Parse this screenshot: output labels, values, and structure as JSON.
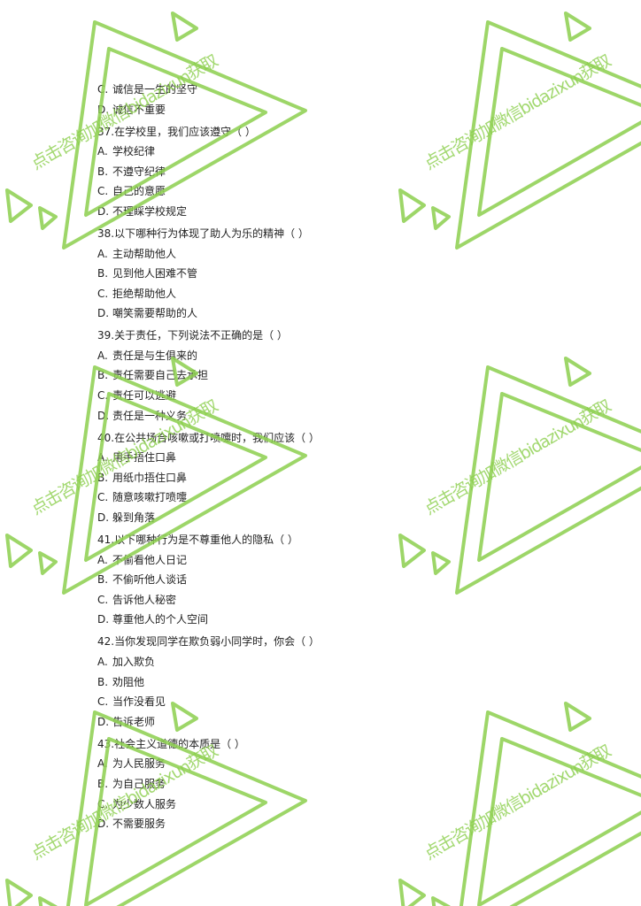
{
  "watermark": {
    "text": "点击咨询加微信bidazixun获取",
    "color": "#8ccf4d"
  },
  "lines": [
    {
      "type": "opt",
      "letter": "C.",
      "text": "诚信是一生的坚守"
    },
    {
      "type": "opt",
      "letter": "D.",
      "text": "诚信不重要"
    },
    {
      "type": "q",
      "text": "37.在学校里，我们应该遵守（  ）"
    },
    {
      "type": "opt",
      "letter": "A.",
      "text": "学校纪律"
    },
    {
      "type": "opt",
      "letter": "B.",
      "text": "不遵守纪律"
    },
    {
      "type": "opt",
      "letter": "C.",
      "text": "自己的意愿"
    },
    {
      "type": "opt",
      "letter": "D.",
      "text": "不理睬学校规定"
    },
    {
      "type": "q",
      "text": "38.以下哪种行为体现了助人为乐的精神（  ）"
    },
    {
      "type": "opt",
      "letter": "A.",
      "text": "主动帮助他人"
    },
    {
      "type": "opt",
      "letter": "B.",
      "text": "见到他人困难不管"
    },
    {
      "type": "opt",
      "letter": "C.",
      "text": "拒绝帮助他人"
    },
    {
      "type": "opt",
      "letter": "D.",
      "text": "嘲笑需要帮助的人"
    },
    {
      "type": "q",
      "text": "39.关于责任，下列说法不正确的是（  ）"
    },
    {
      "type": "opt",
      "letter": "A.",
      "text": "责任是与生俱来的"
    },
    {
      "type": "opt",
      "letter": "B.",
      "text": "责任需要自己去承担"
    },
    {
      "type": "opt",
      "letter": "C.",
      "text": "责任可以逃避"
    },
    {
      "type": "opt",
      "letter": "D.",
      "text": "责任是一种义务"
    },
    {
      "type": "q",
      "text": "40.在公共场合咳嗽或打喷嚏时，我们应该（  ）"
    },
    {
      "type": "opt",
      "letter": "A.",
      "text": "用手捂住口鼻"
    },
    {
      "type": "opt",
      "letter": "B.",
      "text": "用纸巾捂住口鼻"
    },
    {
      "type": "opt",
      "letter": "C.",
      "text": "随意咳嗽打喷嚏"
    },
    {
      "type": "opt",
      "letter": "D.",
      "text": "躲到角落"
    },
    {
      "type": "q",
      "text": "41.以下哪种行为是不尊重他人的隐私（  ）"
    },
    {
      "type": "opt",
      "letter": "A.",
      "text": "不偷看他人日记"
    },
    {
      "type": "opt",
      "letter": "B.",
      "text": "不偷听他人谈话"
    },
    {
      "type": "opt",
      "letter": "C.",
      "text": "告诉他人秘密"
    },
    {
      "type": "opt",
      "letter": "D.",
      "text": "尊重他人的个人空间"
    },
    {
      "type": "q",
      "text": "42.当你发现同学在欺负弱小同学时，你会（  ）"
    },
    {
      "type": "opt",
      "letter": "A.",
      "text": "加入欺负"
    },
    {
      "type": "opt",
      "letter": "B.",
      "text": "劝阻他"
    },
    {
      "type": "opt",
      "letter": "C.",
      "text": "当作没看见"
    },
    {
      "type": "opt",
      "letter": "D.",
      "text": "告诉老师"
    },
    {
      "type": "q",
      "text": "43.社会主义道德的本质是（  ）"
    },
    {
      "type": "opt",
      "letter": "A.",
      "text": "为人民服务"
    },
    {
      "type": "opt",
      "letter": "B.",
      "text": "为自己服务"
    },
    {
      "type": "opt",
      "letter": "C.",
      "text": "为少数人服务"
    },
    {
      "type": "opt",
      "letter": "D.",
      "text": "不需要服务"
    }
  ]
}
